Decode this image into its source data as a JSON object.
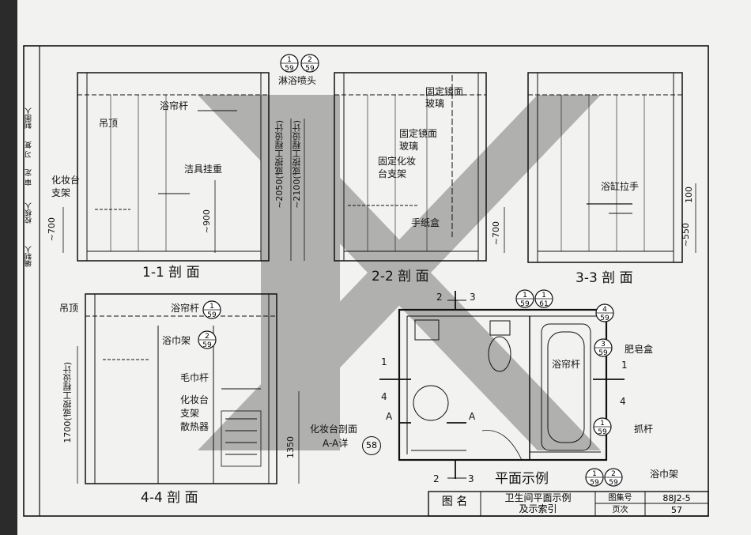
{
  "sections": {
    "s11": "1-1 剖 面",
    "s22": "2-2 剖 面",
    "s33": "3-3 剖 面",
    "s44": "4-4 剖 面",
    "plan": "平面示例"
  },
  "labels": {
    "shower_head": "淋浴喷头",
    "curtain_rod": "浴帘杆",
    "ceiling": "吊顶",
    "fixture_hook": "洁具挂重",
    "vanity_bracket_l1": "化妆台",
    "vanity_bracket_l2": "支架",
    "fixed_mirror1_l1": "固定镜面",
    "fixed_mirror1_l2": "玻璃",
    "fixed_mirror2_l1": "固定镜面",
    "fixed_mirror2_l2": "玻璃",
    "fixed_vanity_l1": "固定化妆",
    "fixed_vanity_l2": "台支架",
    "tissue_box": "手纸盒",
    "tub_handle": "浴缸拉手",
    "ceiling2": "吊顶",
    "curtain_rod2": "浴帘杆",
    "towel_rack": "浴巾架",
    "towel_bar": "毛巾杆",
    "vanity2_l1": "化妆台",
    "vanity2_l2": "支架",
    "radiator": "散热器",
    "soap_box": "肥皂盒",
    "curtain_rod3": "浴帘杆",
    "grab_bar": "抓杆",
    "towel_rack2": "浴巾架",
    "vanity_section_l1": "化妆台剖面",
    "vanity_section_l2": "A-A详",
    "wall_a": "A",
    "wall_a2": "A",
    "mark_2": "2",
    "mark_3": "3",
    "mark_2b": "2",
    "mark_3b": "3",
    "mark_1": "1",
    "mark_4": "4",
    "mark_1b": "1",
    "mark_4b": "4"
  },
  "dims": {
    "d700a": "~700",
    "d900": "~900",
    "d2050": "~2050(或按工程设计)",
    "d2100": "~2100(或按工程设计)",
    "d700b": "~700",
    "d100": "100",
    "d550": "~550",
    "d1700": "1700(或按工程设计)",
    "d1350": "1350"
  },
  "refs": [
    {
      "top": "1",
      "bot": "59"
    },
    {
      "top": "2",
      "bot": "59"
    },
    {
      "top": "1",
      "bot": "59"
    },
    {
      "top": "2",
      "bot": "59"
    },
    {
      "top": "1",
      "bot": "59"
    },
    {
      "top": "1",
      "bot": "61"
    },
    {
      "top": "4",
      "bot": "59"
    },
    {
      "top": "3",
      "bot": "59"
    },
    {
      "top": "1",
      "bot": "59"
    },
    {
      "top": "1",
      "bot": "59"
    },
    {
      "top": "2",
      "bot": "59"
    }
  ],
  "ref58": "58",
  "titleblock": {
    "name_label": "图 名",
    "title_l1": "卫生间平面示例",
    "title_l2": "及示索引",
    "atlas_label": "图集号",
    "atlas_value": "88J2-5",
    "page_label": "页次",
    "page_value": "57"
  },
  "sidebar": {
    "s1": "编制人",
    "s2": "校核人",
    "s3": "制图人",
    "s4": "习 复",
    "s5": "审 定"
  }
}
